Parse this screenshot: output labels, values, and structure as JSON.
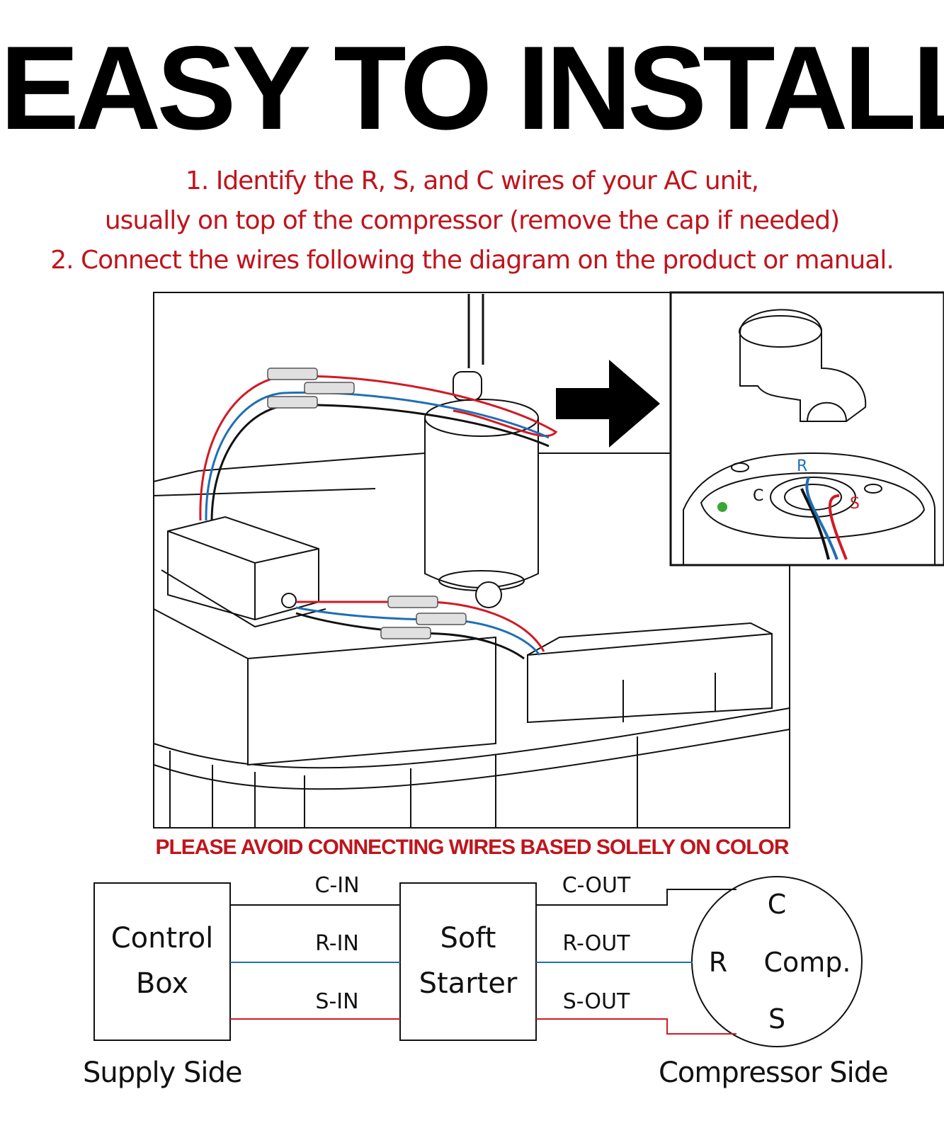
{
  "title": "EASY TO INSTALL",
  "steps": [
    "1. Identify the R, S, and C wires of your AC unit,",
    "usually on top of the compressor (remove the cap if needed)",
    "2. Connect the wires following the diagram on the product or manual."
  ],
  "inset_labels": {
    "r": "R",
    "c": "C",
    "s": "S"
  },
  "warning": "PLEASE AVOID CONNECTING WIRES BASED SOLELY ON COLOR",
  "wiring": {
    "control_box": {
      "line1": "Control",
      "line2": "Box"
    },
    "soft_starter": {
      "line1": "Soft",
      "line2": "Starter"
    },
    "compressor": {
      "c": "C",
      "r": "R",
      "s": "S",
      "label": "Comp."
    },
    "inputs": {
      "c": "C-IN",
      "r": "R-IN",
      "s": "S-IN"
    },
    "outputs": {
      "c": "C-OUT",
      "r": "R-OUT",
      "s": "S-OUT"
    },
    "supply_side": "Supply Side",
    "compressor_side": "Compressor Side"
  },
  "colors": {
    "red_text": "#c0141c",
    "wire_red": "#d11a24",
    "wire_blue": "#1f6fb5",
    "wire_black": "#111111"
  }
}
